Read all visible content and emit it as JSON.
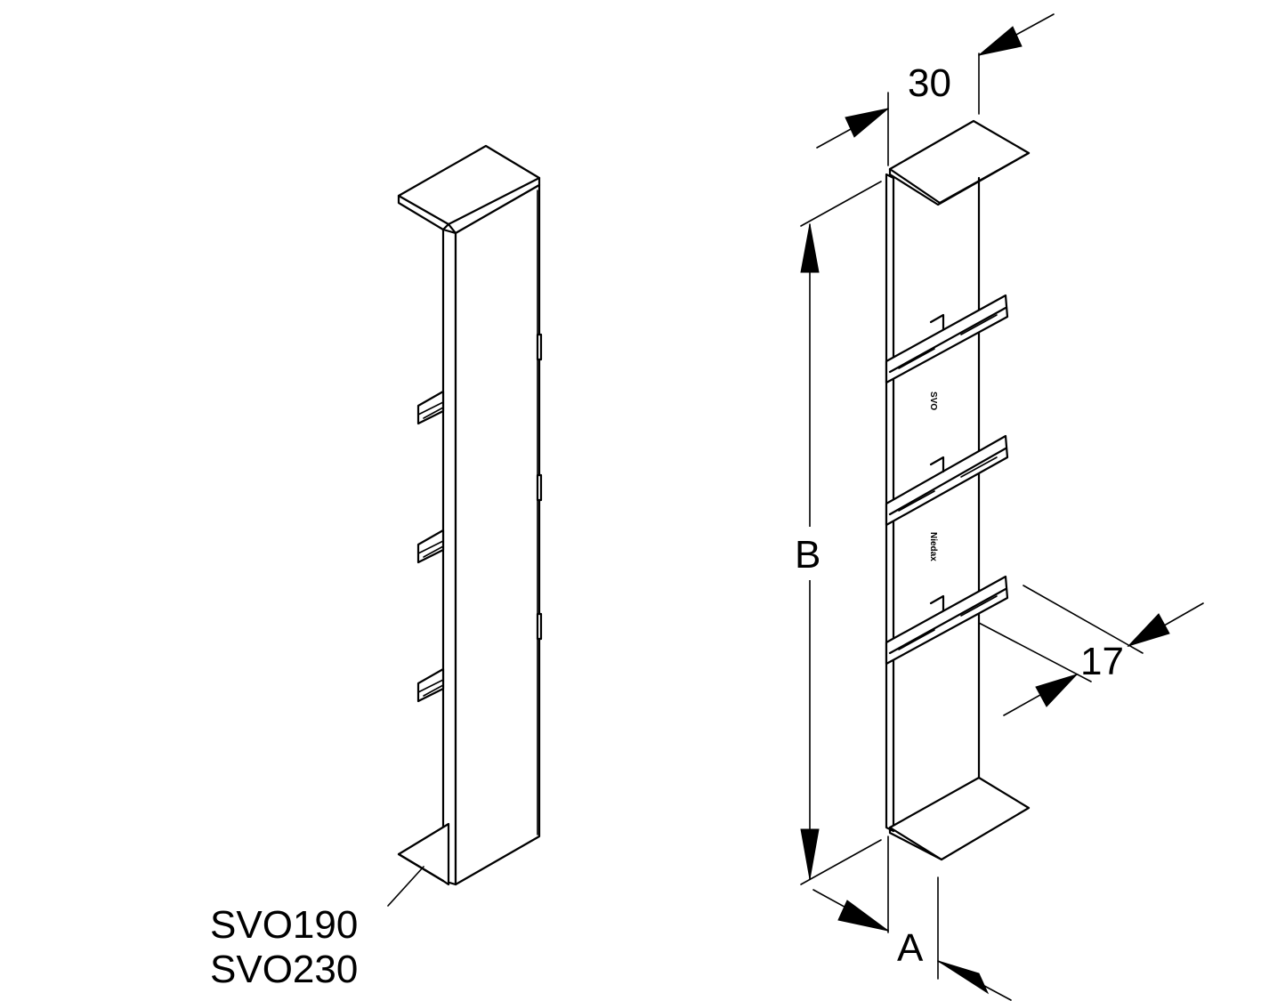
{
  "dimensions": {
    "width": "30",
    "height": "B",
    "depth": "A",
    "tab": "17"
  },
  "part_numbers": [
    "SVO190",
    "SVO230"
  ],
  "imprint": {
    "brand": "Niedax",
    "code": "SVO"
  }
}
